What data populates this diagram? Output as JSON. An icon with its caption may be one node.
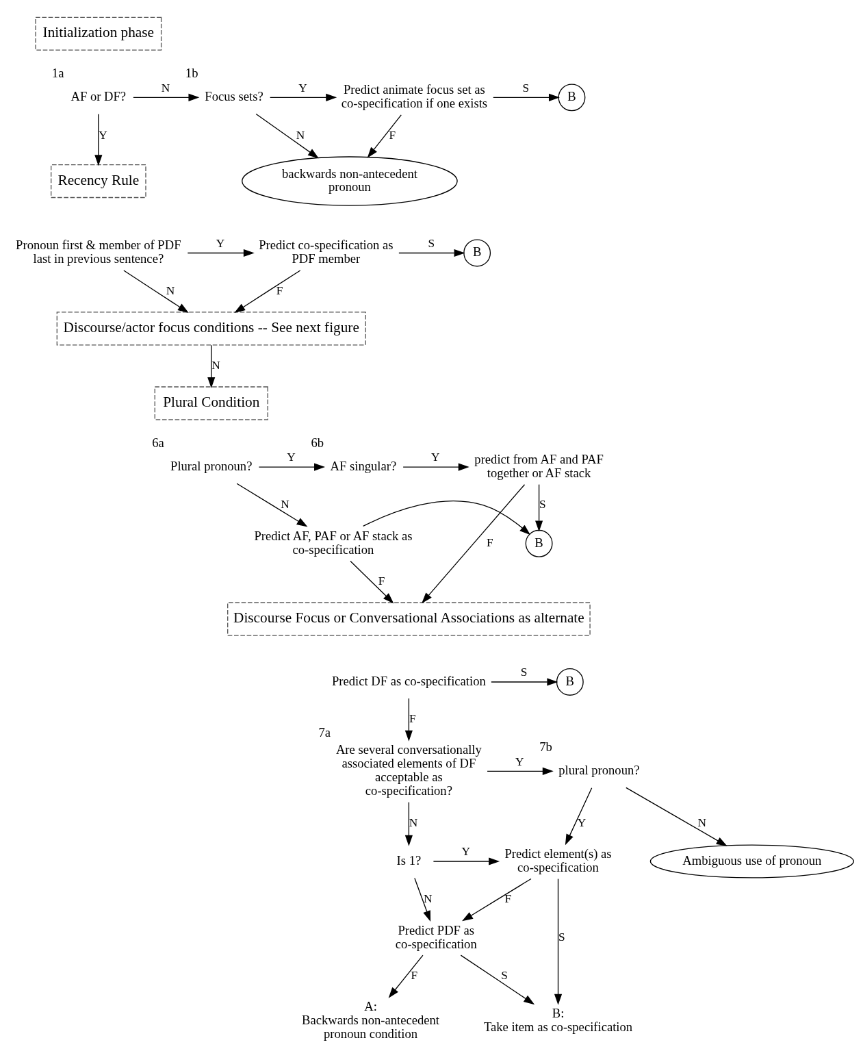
{
  "diagram": {
    "nodes": [
      {
        "text": [
          "Initialization phase"
        ]
      },
      {
        "text": [
          "AF or DF?"
        ],
        "beside": [
          "1a"
        ]
      },
      {
        "text": [
          "Focus sets?"
        ],
        "beside": [
          "1b"
        ]
      },
      {
        "text": [
          "Predict animate focus set as co-specification if one exists"
        ]
      },
      {
        "text": [
          "B"
        ]
      },
      {
        "text": [
          "backwards non-antecedent pronoun"
        ]
      },
      {
        "text": [
          "Recency Rule"
        ]
      },
      {
        "text": [
          "Pronoun first & member of PDF last in previous sentence?"
        ]
      },
      {
        "text": [
          "Predict co-specification as PDF member"
        ]
      },
      {
        "text": [
          "B"
        ]
      },
      {
        "text": [
          "Discourse/actor focus conditions -- See next figure"
        ]
      },
      {
        "text": [
          "Plural Condition"
        ]
      },
      {
        "text": [
          "Plural pronoun?"
        ],
        "beside": [
          "6a"
        ]
      },
      {
        "text": [
          "AF singular?"
        ],
        "beside": [
          "6b"
        ]
      },
      {
        "text": [
          "predict from AF and PAF together or AF stack"
        ]
      },
      {
        "text": [
          "Predict AF, PAF or AF stack as co-specification"
        ]
      },
      {
        "text": [
          "B"
        ]
      },
      {
        "text": [
          "Discourse Focus or Conversational Associations as alternate"
        ]
      },
      {
        "text": [
          "Predict DF as co-specification"
        ]
      },
      {
        "text": [
          "B"
        ]
      },
      {
        "text": [
          "Are several conversationally associated elements of DF acceptable as co-specification?"
        ],
        "beside": [
          "7a"
        ]
      },
      {
        "text": [
          "plural pronoun?"
        ],
        "beside": [
          "7b"
        ]
      },
      {
        "text": [
          "Ambiguous use of pronoun"
        ]
      },
      {
        "text": [
          "Is 1?"
        ]
      },
      {
        "text": [
          "Predict element(s) as co-specification"
        ]
      },
      {
        "text": [
          "Predict PDF as co-specification"
        ]
      },
      {
        "text": [
          "A:",
          "Backwards non-antecedent pronoun condition"
        ]
      },
      {
        "text": [
          "B:",
          "Take item as co-specification"
        ]
      }
    ],
    "edges": [
      {
        "from": 1,
        "to": 2,
        "arrow": "to",
        "label": "N"
      },
      {
        "from": 1,
        "to": 6,
        "arrow": "to",
        "label": "Y"
      },
      {
        "from": 2,
        "to": 3,
        "arrow": "to",
        "label": "Y"
      },
      {
        "from": 2,
        "to": 5,
        "arrow": "to",
        "label": "N"
      },
      {
        "from": 3,
        "to": 4,
        "arrow": "to",
        "label": "S"
      },
      {
        "from": 3,
        "to": 5,
        "arrow": "to",
        "label": "F"
      },
      {
        "from": 7,
        "to": 8,
        "arrow": "to",
        "label": "Y"
      },
      {
        "from": 8,
        "to": 9,
        "arrow": "to",
        "label": "S"
      },
      {
        "from": 8,
        "to": 10,
        "arrow": "to",
        "label": "F"
      },
      {
        "from": 7,
        "to": 10,
        "arrow": "to",
        "label": "N"
      },
      {
        "from": 10,
        "to": 11,
        "arrow": "to",
        "label": "N"
      },
      {
        "from": 12,
        "to": 13,
        "arrow": "to",
        "label": "Y"
      },
      {
        "from": 13,
        "to": 14,
        "arrow": "to",
        "label": "Y"
      },
      {
        "from": 12,
        "to": 15,
        "arrow": "to",
        "label": "N"
      },
      {
        "from": 14,
        "to": 16,
        "arrow": "to",
        "label": "S"
      },
      {
        "from": 15,
        "to": 16,
        "arrow": "to"
      },
      {
        "from": 14,
        "to": 17,
        "arrow": "to",
        "label": "F"
      },
      {
        "from": 15,
        "to": 17,
        "arrow": "to",
        "label": "F"
      },
      {
        "from": 18,
        "to": 19,
        "arrow": "to",
        "label": "S"
      },
      {
        "from": 18,
        "to": 20,
        "arrow": "to",
        "label": "F"
      },
      {
        "from": 20,
        "to": 21,
        "arrow": "to",
        "label": "Y"
      },
      {
        "from": 21,
        "to": 24,
        "arrow": "to",
        "label": "Y"
      },
      {
        "from": 21,
        "to": 22,
        "arrow": "to",
        "label": "N"
      },
      {
        "from": 20,
        "to": 23,
        "arrow": "to",
        "label": "N"
      },
      {
        "from": 23,
        "to": 24,
        "arrow": "to",
        "label": "Y"
      },
      {
        "from": 24,
        "to": 25,
        "arrow": "to",
        "label": "F"
      },
      {
        "from": 23,
        "to": 25,
        "arrow": "to",
        "label": "N"
      },
      {
        "from": 25,
        "to": 27,
        "arrow": "to",
        "label": "S"
      },
      {
        "from": 25,
        "to": 26,
        "arrow": "to",
        "label": "F"
      },
      {
        "from": 24,
        "to": 27,
        "arrow": "to",
        "label": "S"
      }
    ]
  }
}
